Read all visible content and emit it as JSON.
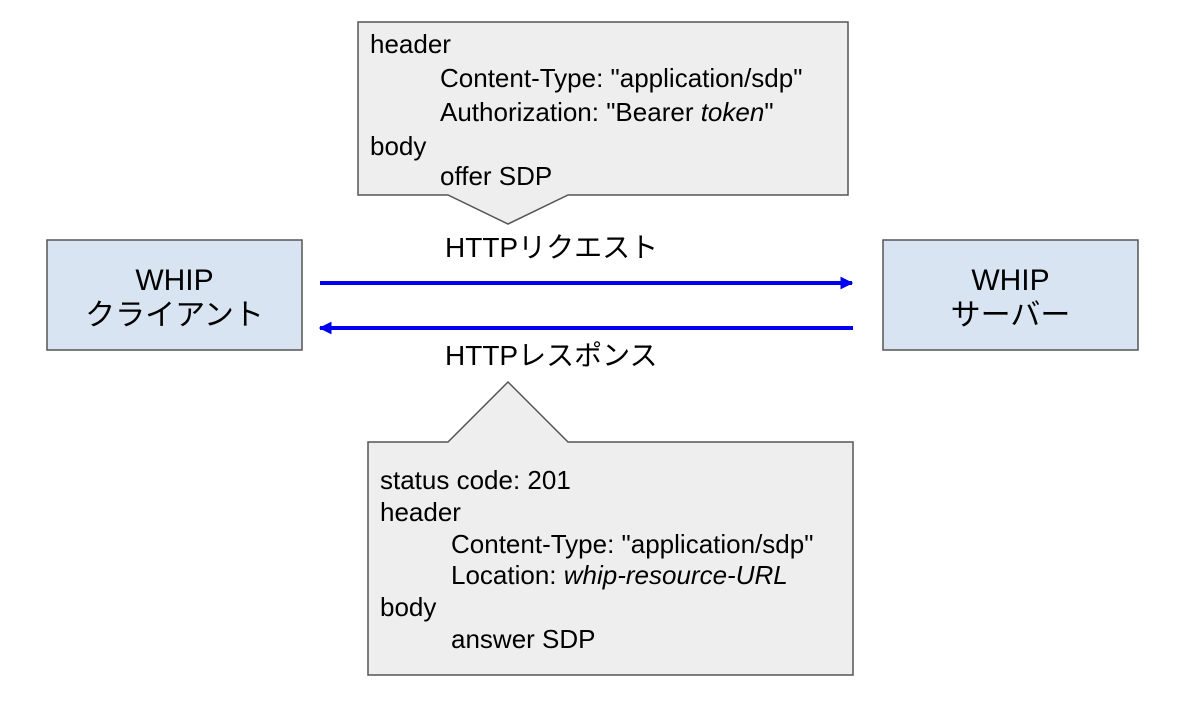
{
  "colors": {
    "node_fill": "#d8e4f2",
    "node_stroke": "#555555",
    "callout_fill": "#eeeeee",
    "callout_stroke": "#555555",
    "arrow": "#0000ee",
    "text": "#000000"
  },
  "client": {
    "line1": "WHIP",
    "line2": "クライアント"
  },
  "server": {
    "line1": "WHIP",
    "line2": "サーバー"
  },
  "request": {
    "label": "HTTPリクエスト",
    "callout": {
      "header_key": "header",
      "content_type": "Content-Type: \"application/sdp\"",
      "authorization_prefix": "Authorization: \"Bearer ",
      "authorization_token": "token",
      "authorization_suffix": "\"",
      "body_key": "body",
      "body_value": "offer SDP"
    }
  },
  "response": {
    "label": "HTTPレスポンス",
    "callout": {
      "status": "status code: 201",
      "header_key": "header",
      "content_type": "Content-Type: \"application/sdp\"",
      "location_prefix": "Location: ",
      "location_value": "whip-resource-URL",
      "body_key": "body",
      "body_value": "answer SDP"
    }
  }
}
